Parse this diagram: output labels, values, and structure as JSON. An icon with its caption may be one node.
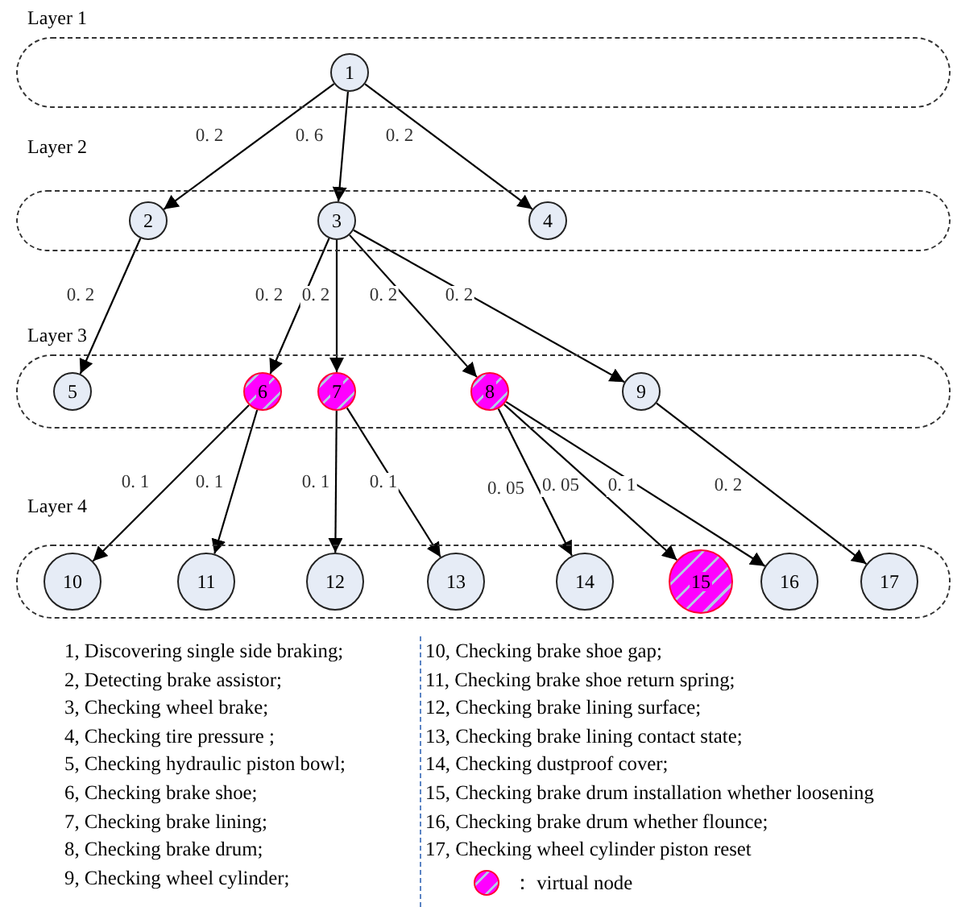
{
  "diagram": {
    "nodes": [
      {
        "text": [
          "Layer 1"
        ]
      },
      {
        "text": [
          "1"
        ],
        "in": 0
      },
      {
        "text": [
          "Layer 2"
        ]
      },
      {
        "text": [
          "2"
        ],
        "in": 2
      },
      {
        "text": [
          "3"
        ],
        "in": 2
      },
      {
        "text": [
          "4"
        ],
        "in": 2
      },
      {
        "text": [
          "Layer 3"
        ]
      },
      {
        "text": [
          "5"
        ],
        "in": 6
      },
      {
        "text": [
          "6"
        ],
        "in": 6
      },
      {
        "text": [
          "7"
        ],
        "in": 6
      },
      {
        "text": [
          "8"
        ],
        "in": 6
      },
      {
        "text": [
          "9"
        ],
        "in": 6
      },
      {
        "text": [
          "Layer 4"
        ]
      },
      {
        "text": [
          "10"
        ],
        "in": 12
      },
      {
        "text": [
          "11"
        ],
        "in": 12
      },
      {
        "text": [
          "12"
        ],
        "in": 12
      },
      {
        "text": [
          "13"
        ],
        "in": 12
      },
      {
        "text": [
          "14"
        ],
        "in": 12
      },
      {
        "text": [
          "15"
        ],
        "in": 12
      },
      {
        "text": [
          "16"
        ],
        "in": 12
      },
      {
        "text": [
          "17"
        ],
        "in": 12
      }
    ],
    "edges": [
      {
        "from": 1,
        "to": 3,
        "arrow": "to",
        "label": "0. 2"
      },
      {
        "from": 1,
        "to": 4,
        "arrow": "to",
        "label": "0. 6"
      },
      {
        "from": 1,
        "to": 5,
        "arrow": "to",
        "label": "0. 2"
      },
      {
        "from": 3,
        "to": 7,
        "arrow": "to",
        "label": "0. 2"
      },
      {
        "from": 4,
        "to": 8,
        "arrow": "to",
        "label": "0. 2"
      },
      {
        "from": 4,
        "to": 9,
        "arrow": "to",
        "label": "0. 2"
      },
      {
        "from": 4,
        "to": 10,
        "arrow": "to",
        "label": "0. 2"
      },
      {
        "from": 4,
        "to": 11,
        "arrow": "to",
        "label": "0. 2"
      },
      {
        "from": 8,
        "to": 13,
        "arrow": "to",
        "label": "0. 1"
      },
      {
        "from": 8,
        "to": 14,
        "arrow": "to",
        "label": "0. 1"
      },
      {
        "from": 9,
        "to": 15,
        "arrow": "to",
        "label": "0. 1"
      },
      {
        "from": 9,
        "to": 16,
        "arrow": "to",
        "label": "0. 1"
      },
      {
        "from": 10,
        "to": 17,
        "arrow": "to",
        "label": "0. 05"
      },
      {
        "from": 10,
        "to": 18,
        "arrow": "to",
        "label": "0. 05"
      },
      {
        "from": 10,
        "to": 19,
        "arrow": "to",
        "label": "0. 1"
      },
      {
        "from": 11,
        "to": 20,
        "arrow": "to",
        "label": "0. 2"
      }
    ],
    "labels": [
      "1, Discovering single side braking;",
      "2, Detecting brake assistor;",
      "3, Checking wheel brake;",
      "4, Checking tire pressure ;",
      "5, Checking hydraulic piston bowl;",
      "6, Checking brake shoe;",
      "7, Checking brake lining;",
      "8, Checking brake drum;",
      "9, Checking wheel cylinder;",
      "10, Checking brake shoe gap;",
      "11, Checking brake shoe return spring;",
      "12, Checking brake lining surface;",
      "13, Checking brake lining contact state;",
      "14, Checking dustproof cover;",
      "15, Checking brake drum installation whether loosening",
      "16, Checking brake drum whether flounce;",
      "17, Checking wheel cylinder piston reset"
    ],
    "legend": [
      {
        "text": "： virtual node"
      }
    ]
  }
}
